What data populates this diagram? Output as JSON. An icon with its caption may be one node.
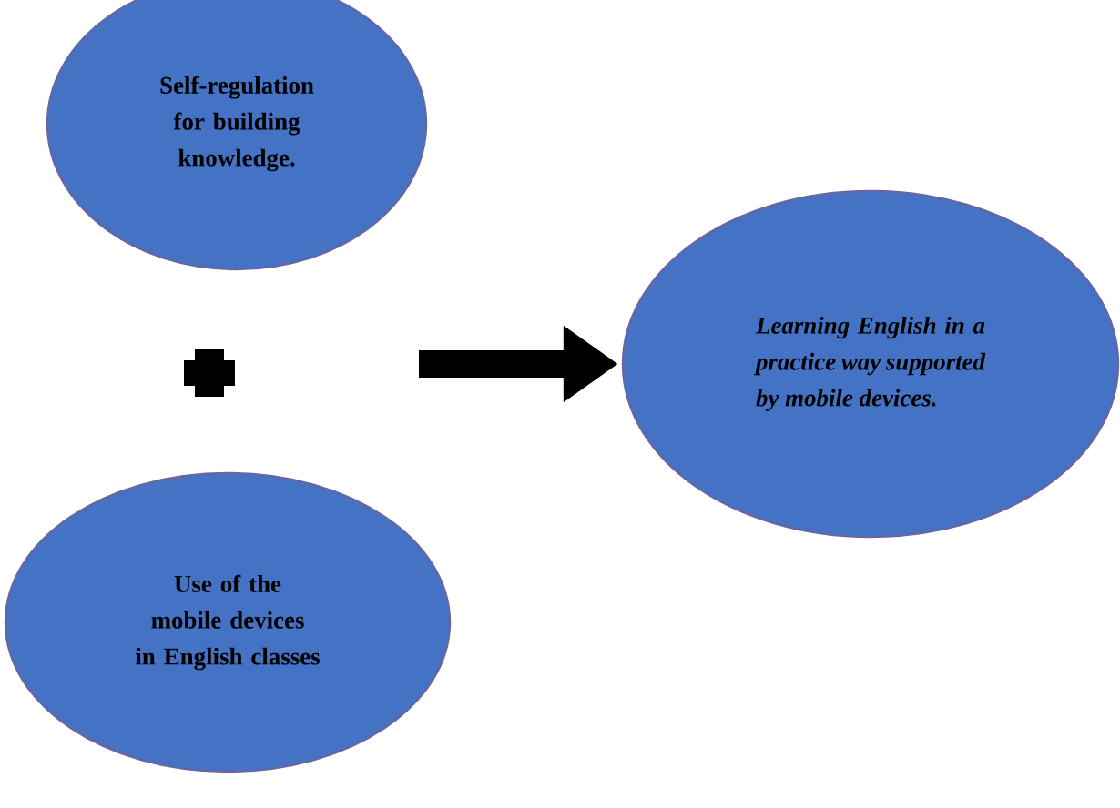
{
  "diagram": {
    "nodes": [
      {
        "text": [
          "Self-regulation for building knowledge."
        ]
      },
      {
        "text": [
          "Use of the mobile devices in English classes"
        ]
      },
      {
        "text": [
          "Learning English in a practice way supported by mobile devices."
        ]
      }
    ],
    "edges": [
      {
        "from": null,
        "to": 2,
        "arrow": "to"
      }
    ]
  }
}
